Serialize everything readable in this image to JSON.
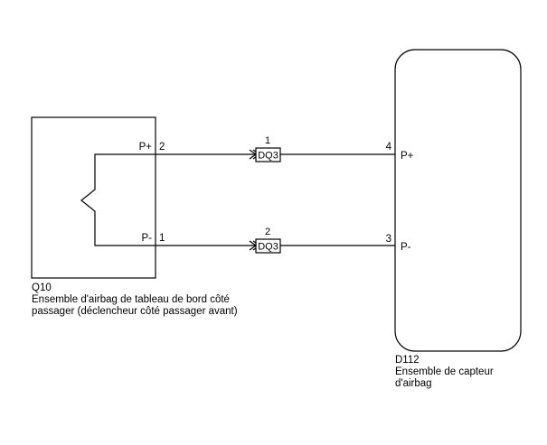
{
  "components": {
    "left": {
      "id": "Q10",
      "name_line1": "Ensemble d'airbag de tableau de bord côté",
      "name_line2": "passager (déclencheur côté passager avant)",
      "pins": [
        {
          "label": "P+",
          "number": "2"
        },
        {
          "label": "P-",
          "number": "1"
        }
      ]
    },
    "right": {
      "id": "D112",
      "name_line1": "Ensemble de capteur",
      "name_line2": "d'airbag",
      "pins": [
        {
          "label": "P+",
          "number": "4"
        },
        {
          "label": "P-",
          "number": "3"
        }
      ]
    }
  },
  "connectors": [
    {
      "name": "DQ3",
      "pin": "1"
    },
    {
      "name": "DQ3",
      "pin": "2"
    }
  ],
  "colors": {
    "line": "#000000",
    "background": "#ffffff"
  }
}
